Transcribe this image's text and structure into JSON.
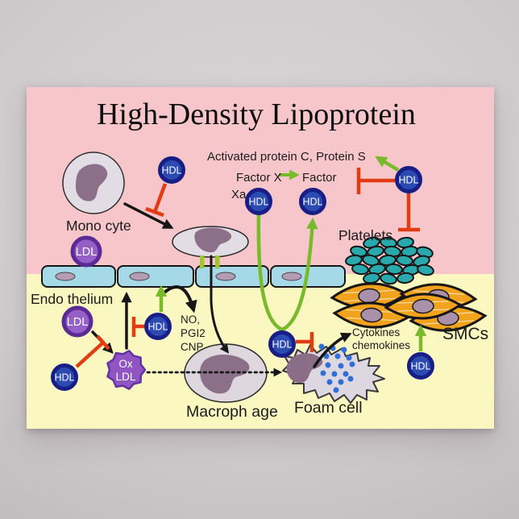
{
  "poster": {
    "title": "High-Density Lipoprotein",
    "labels": {
      "activated": "Activated protein C, Protein S",
      "factor_x": "Factor X",
      "factor": "Factor",
      "xa": "Xa",
      "platelets": "Platelets",
      "monocyte": "Mono cyte",
      "hdl": "HDL",
      "ldl": "LDL",
      "ox": "Ox",
      "ox_ldl_line2": "LDL",
      "endothelium": "Endo thelium",
      "no": "NO,",
      "pgi2": "PGI2",
      "cnp": "CNP",
      "macrophage": "Macroph age",
      "foam_cell": "Foam cell",
      "cytokines": "Cytokines",
      "chemokines": "chemokines",
      "smcs": "SMCs"
    },
    "colors": {
      "lumen_pink": "#f7c6ca",
      "wall_yellow": "#fbf7c0",
      "hdl_blue": "#2b4ab2",
      "hdl_ring": "#171e85",
      "ldl_purple": "#955fc6",
      "ldl_ring": "#5a2b96",
      "endothelium_blue": "#a6d9e8",
      "platelet_teal": "#2aa9ad",
      "smc_orange": "#f2a31e",
      "inhibit_red": "#e23c12",
      "activate_green": "#79ba2a",
      "cell_gray": "#e2dce4",
      "nucleus_mauve": "#8c6f88",
      "backdrop_gray": "#cfcbcd"
    },
    "relations": [
      {
        "subject": "HDL",
        "verb": "inhibits",
        "object": "monocyte adhesion"
      },
      {
        "subject": "HDL",
        "verb": "activates",
        "object": "Protein S / activated protein C"
      },
      {
        "subject": "Factor X",
        "verb": "becomes",
        "object": "Factor Xa"
      },
      {
        "subject": "HDL",
        "verb": "inhibits",
        "object": "Factor Xa"
      },
      {
        "subject": "HDL",
        "verb": "inhibits",
        "object": "platelets"
      },
      {
        "subject": "HDL",
        "verb": "stimulates endothelial release of",
        "object": "NO, PGI2, CNP"
      },
      {
        "subject": "HDL",
        "verb": "inhibits",
        "object": "LDL oxidation to Ox LDL"
      },
      {
        "subject": "Ox LDL",
        "verb": "turns macrophage into",
        "object": "foam cell"
      },
      {
        "subject": "HDL",
        "verb": "inhibits",
        "object": "foam cell cytokines/chemokines"
      },
      {
        "subject": "HDL",
        "verb": "acts on",
        "object": "SMCs"
      }
    ]
  }
}
